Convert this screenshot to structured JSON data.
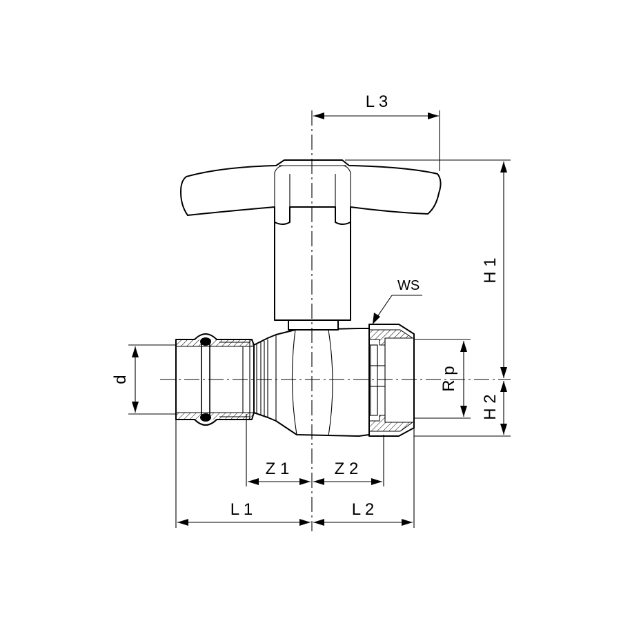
{
  "labels": {
    "L1": "L 1",
    "L2": "L 2",
    "L3": "L 3",
    "Z1": "Z 1",
    "Z2": "Z 2",
    "H1": "H 1",
    "H2": "H 2",
    "Rp": "R p",
    "d": "d",
    "WS": "WS"
  }
}
